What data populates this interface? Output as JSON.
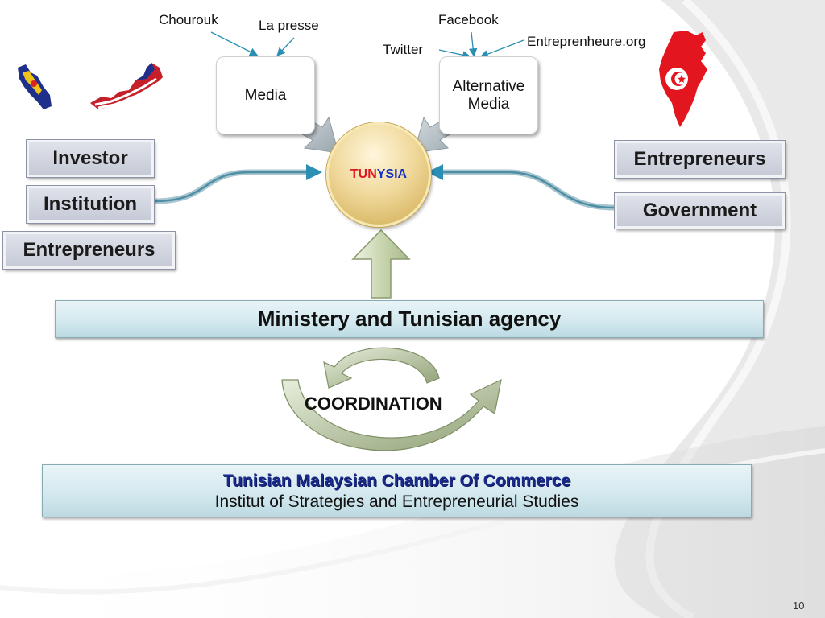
{
  "media_sources": {
    "chourouk": "Chourouk",
    "la_presse": "La presse",
    "facebook": "Facebook",
    "twitter": "Twitter",
    "entreprenheure": "Entreprenheure.org"
  },
  "cards": {
    "media": "Media",
    "alternative_media_line1": "Alternative",
    "alternative_media_line2": "Media"
  },
  "center": {
    "part1": "TUN",
    "part2": "YSIA",
    "part1_color": "#e0161f",
    "part2_color": "#1530c8"
  },
  "left_pills": {
    "investor": "Investor",
    "institution": "Institution",
    "entrepreneurs": "Entrepreneurs"
  },
  "right_pills": {
    "entrepreneurs": "Entrepreneurs",
    "government": "Government"
  },
  "ministry": "Ministery and Tunisian agency",
  "coordination": "COORDINATION",
  "chamber": {
    "title": "Tunisian Malaysian Chamber Of Commerce",
    "subtitle": "Institut of Strategies and Entrepreneurial Studies"
  },
  "slide_number": "10",
  "icons": [
    "malaysia-state-flag-icon",
    "malaysia-flag-map-icon",
    "tunisia-flag-map-icon"
  ]
}
